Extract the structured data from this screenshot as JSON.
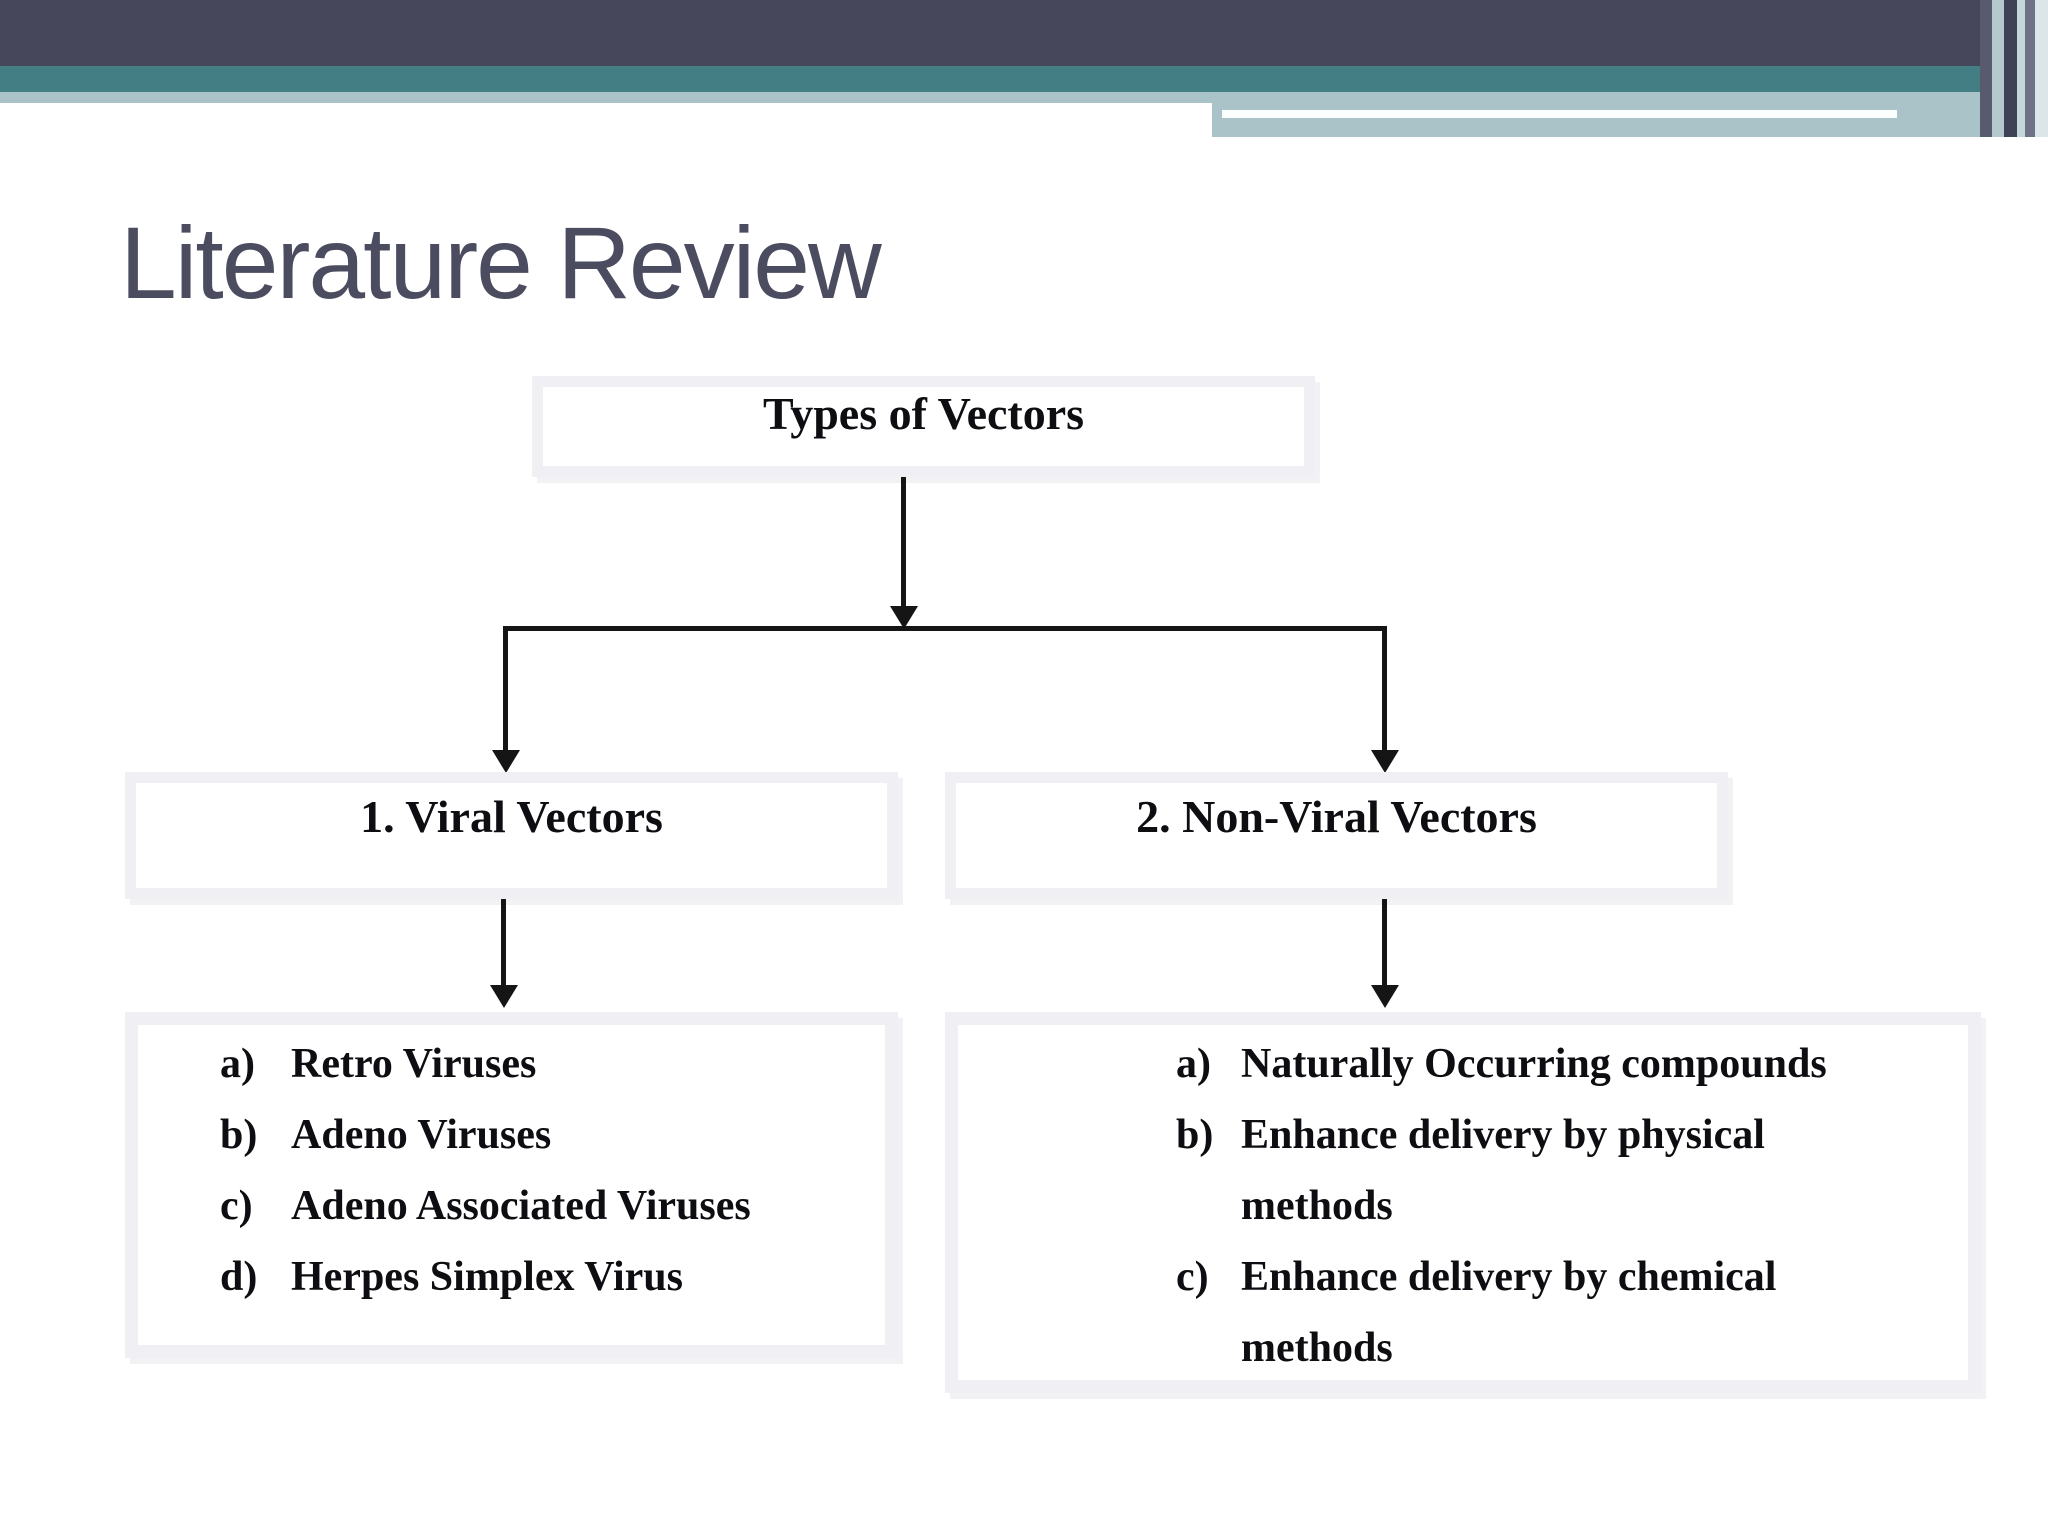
{
  "header": {
    "colors": {
      "dark_bar": "#46475a",
      "teal_bar": "#427e84",
      "light_band": "#a9c3c9",
      "white_stripe": "#fcfefe"
    },
    "corner_stripe_colors": [
      "#585a6e",
      "#b5c8cd",
      "#3f4154",
      "#c7d6da",
      "#6f7187",
      "#dce6e8"
    ]
  },
  "title": "Literature Review",
  "diagram": {
    "root_label": "Types of Vectors",
    "left_branch": {
      "label": "1. Viral Vectors",
      "items": [
        {
          "label": "a)",
          "lines": [
            "Retro Viruses"
          ]
        },
        {
          "label": "b)",
          "lines": [
            "Adeno Viruses"
          ]
        },
        {
          "label": "c)",
          "lines": [
            "Adeno Associated Viruses"
          ]
        },
        {
          "label": "d)",
          "lines": [
            "Herpes Simplex Virus"
          ]
        }
      ]
    },
    "right_branch": {
      "label": "2. Non-Viral Vectors",
      "items": [
        {
          "label": "a)",
          "lines": [
            "Naturally Occurring compounds"
          ]
        },
        {
          "label": "b)",
          "lines": [
            "Enhance delivery by physical",
            "methods"
          ]
        },
        {
          "label": "c)",
          "lines": [
            "Enhance delivery by chemical",
            "methods"
          ]
        }
      ]
    },
    "line_color": "#151515"
  }
}
